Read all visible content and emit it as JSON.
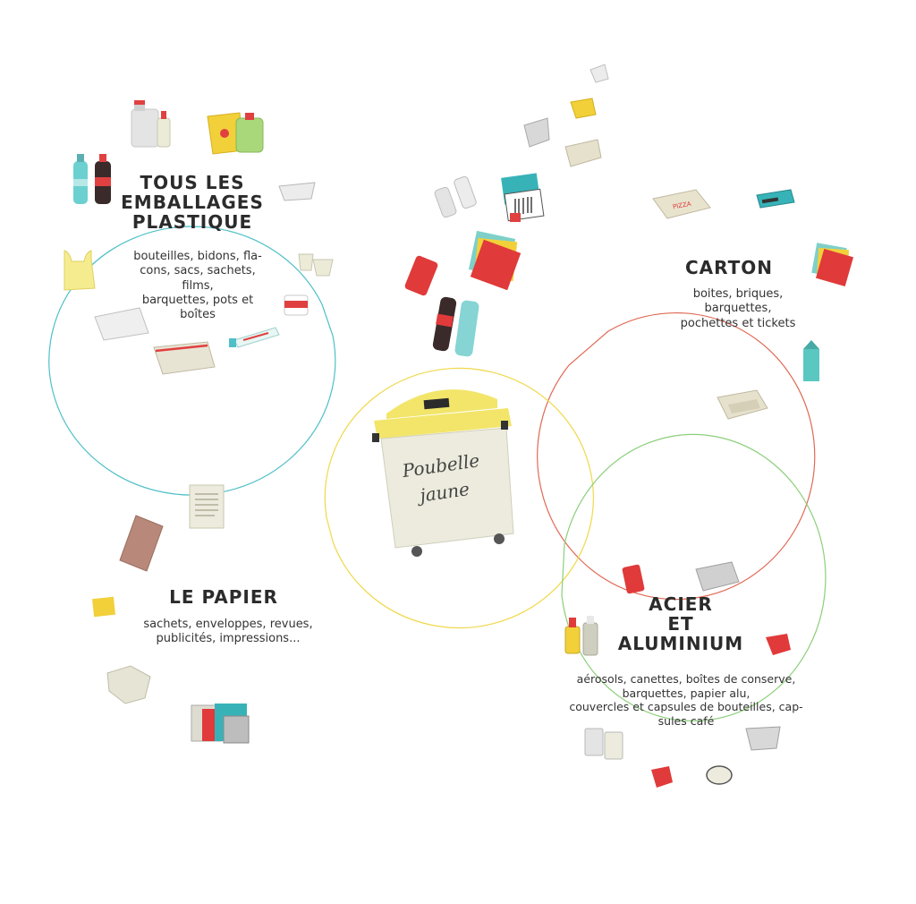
{
  "colors": {
    "plastique": "#4fc0c8",
    "carton": "#e06a55",
    "papier": "#f0d84a",
    "metal": "#8ccf7a",
    "bin_lid": "#f2e56a",
    "bin_body": "#ecebdd"
  },
  "bin": {
    "line1": "Poubelle",
    "line2": "jaune"
  },
  "bubbles": {
    "plastique": {
      "title_lines": [
        "TOUS LES",
        "EMBALLAGES",
        "PLASTIQUE"
      ],
      "desc_lines": [
        "bouteilles, bidons, fla-",
        "cons, sacs, sachets,",
        "films,",
        "barquettes, pots et",
        "boîtes"
      ]
    },
    "carton": {
      "title_lines": [
        "CARTON"
      ],
      "desc_lines": [
        "boites, briques,",
        "barquettes,",
        "pochettes et tickets"
      ]
    },
    "papier": {
      "title_lines": [
        "LE PAPIER"
      ],
      "desc_lines": [
        "sachets, enveloppes, revues,",
        "publicités, impressions..."
      ]
    },
    "metal": {
      "title_lines": [
        "ACIER",
        "ET",
        "ALUMINIUM"
      ],
      "desc_lines": [
        "aérosols, canettes, boîtes de conserve,",
        "barquettes, papier alu,",
        "couvercles et capsules de bouteilles, cap-",
        "sules café"
      ]
    }
  },
  "icons": {
    "pizza_box_label": "PIZZA"
  }
}
